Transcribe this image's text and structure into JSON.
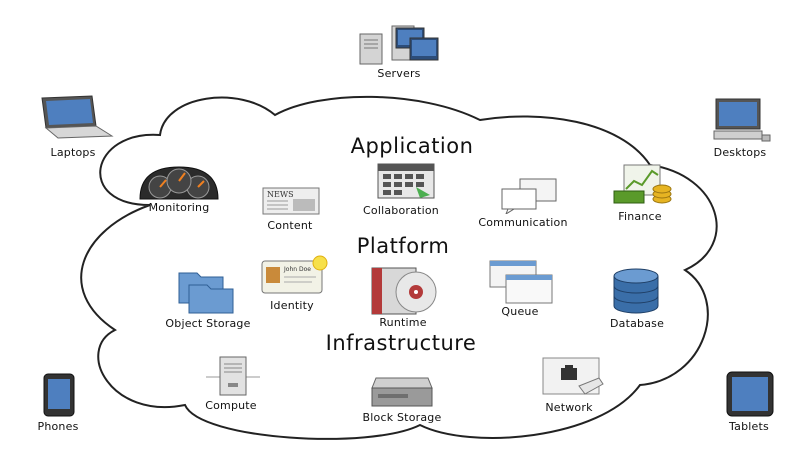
{
  "layers": {
    "application": "Application",
    "platform": "Platform",
    "infrastructure": "Infrastructure"
  },
  "outside": {
    "servers": "Servers",
    "laptops": "Laptops",
    "desktops": "Desktops",
    "phones": "Phones",
    "tablets": "Tablets"
  },
  "application_services": {
    "monitoring": "Monitoring",
    "content": "Content",
    "collaboration": "Collaboration",
    "communication": "Communication",
    "finance": "Finance"
  },
  "platform_services": {
    "object_storage": "Object Storage",
    "identity": "Identity",
    "runtime": "Runtime",
    "queue": "Queue",
    "database": "Database"
  },
  "infrastructure_services": {
    "compute": "Compute",
    "block_storage": "Block Storage",
    "network": "Network"
  },
  "icon_text": {
    "news": "NEWS",
    "badge_name": "John Doe"
  },
  "colors": {
    "cloud_stroke": "#222222",
    "icon_blue": "#3a6ea8",
    "icon_gray": "#bcbcbc",
    "finance_green": "#5a9a2a",
    "gold": "#e6b422"
  }
}
